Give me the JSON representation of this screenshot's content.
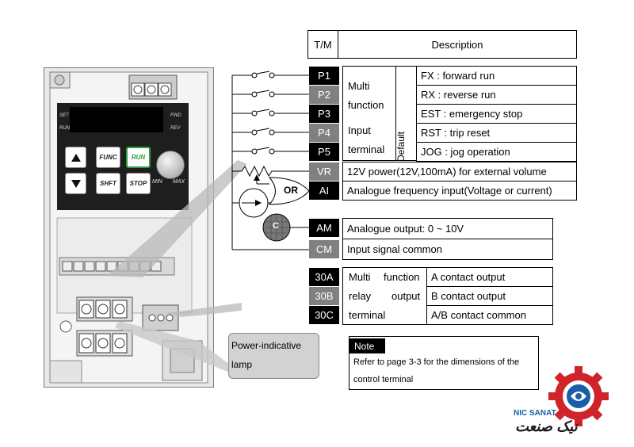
{
  "header": {
    "tm_label": "T/M",
    "description_label": "Description"
  },
  "terminals": [
    {
      "label": "P1",
      "shade": "dark"
    },
    {
      "label": "P2",
      "shade": "grey"
    },
    {
      "label": "P3",
      "shade": "dark"
    },
    {
      "label": "P4",
      "shade": "grey"
    },
    {
      "label": "P5",
      "shade": "dark"
    },
    {
      "label": "VR",
      "shade": "grey"
    },
    {
      "label": "AI",
      "shade": "dark"
    },
    {
      "label": "AM",
      "shade": "dark"
    },
    {
      "label": "CM",
      "shade": "grey"
    },
    {
      "label": "30A",
      "shade": "dark"
    },
    {
      "label": "30B",
      "shade": "grey"
    },
    {
      "label": "30C",
      "shade": "dark"
    }
  ],
  "multi_function": {
    "line1": "Multi",
    "line2": "function",
    "line3": "Input",
    "line4": "terminal",
    "default_label": "Default"
  },
  "multi_descriptions": [
    "FX : forward run",
    "RX : reverse run",
    "EST : emergency stop",
    "RST : trip reset",
    "JOG : jog operation"
  ],
  "vr_description": "12V power(12V,100mA) for external volume",
  "ai_description": "Analogue frequency input(Voltage or current)",
  "am_description": "Analogue output: 0 ~ 10V",
  "cm_description": "Input signal common",
  "relay": {
    "line1a": "Multi",
    "line1b": "function",
    "line2a": "relay",
    "line2b": "output",
    "line3": "terminal",
    "descriptions": [
      "A contact output",
      "B contact output",
      "A/B contact common"
    ]
  },
  "note": {
    "title": "Note",
    "text_line1": "Refer to page 3-3 for the dimensions of the",
    "text_line2": "control terminal"
  },
  "callout": {
    "line1": "Power-indicative",
    "line2": "lamp"
  },
  "symbols": {
    "or_label": "OR",
    "meter_label": "C"
  },
  "keypad": {
    "led_set": "SET",
    "led_run": "RUN",
    "led_fwd": "FWD",
    "led_rev": "REV",
    "func": "FUNC",
    "run": "RUN",
    "shft": "SHFT",
    "stop": "STOP",
    "min": "MIN",
    "max": "MAX"
  },
  "logo": {
    "latin": "NIC SANAT",
    "persian": "نیک صنعت"
  },
  "colors": {
    "terminal_dark": "#000000",
    "terminal_grey": "#808080",
    "logo_red": "#d0232a",
    "logo_blue": "#1b5ea8",
    "run_green": "#2e9e3e"
  }
}
